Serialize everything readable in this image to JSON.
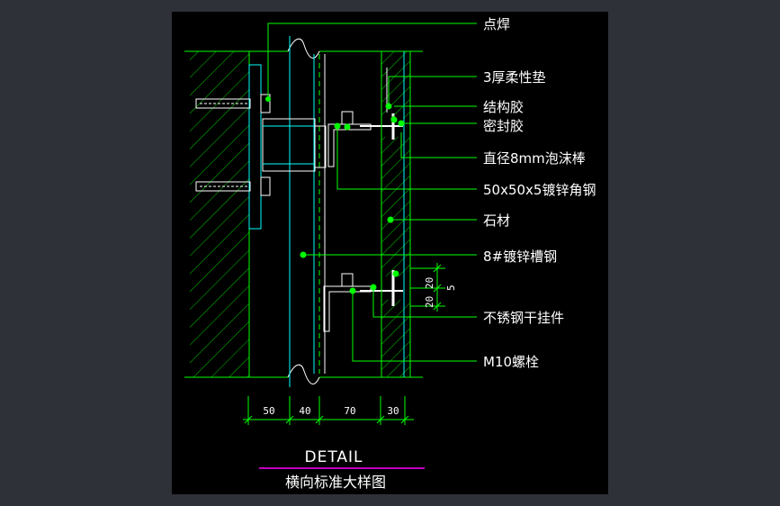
{
  "drawing": {
    "title_en": "DETAIL",
    "title_cn": "横向标准大样图",
    "colors": {
      "background": "#2e3138",
      "canvas": "#000000",
      "line": "#00ff00",
      "cyan": "#00ffff",
      "text": "#ffffff",
      "magenta": "#ff00ff"
    }
  },
  "labels": [
    "点焊",
    "3厚柔性垫",
    "结构胶",
    "密封胶",
    "直径8mm泡沫棒",
    "50x50x5镀锌角钢",
    "石材",
    "8#镀锌槽钢",
    "不锈钢干挂件",
    "M10螺栓"
  ],
  "dimensions": {
    "bottom": [
      "50",
      "40",
      "70",
      "30"
    ],
    "side": [
      "20",
      "20",
      "5"
    ]
  }
}
